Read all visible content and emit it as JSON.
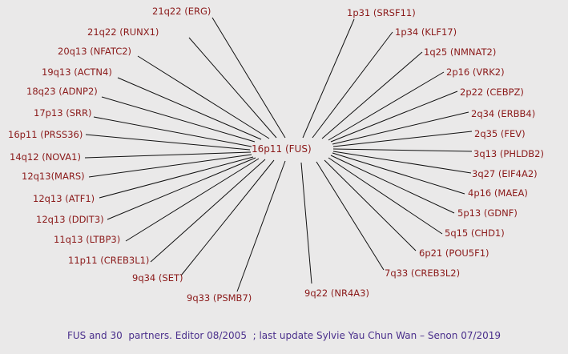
{
  "center": "16p11 (FUS)",
  "partners": [
    "21q22 (ERG)",
    "21q22 (RUNX1)",
    "20q13 (NFATC2)",
    "19q13 (ACTN4)",
    "18q23 (ADNP2)",
    "17p13 (SRR)",
    "16p11 (PRSS36)",
    "14q12 (NOVA1)",
    "12q13(MARS)",
    "12q13 (ATF1)",
    "12q13 (DDIT3)",
    "11q13 (LTBP3)",
    "11p11 (CREB3L1)",
    "9q34 (SET)",
    "9q33 (PSMB7)",
    "9q22 (NR4A3)",
    "7q33 (CREB3L2)",
    "6p21 (POU5F1)",
    "5q15 (CHD1)",
    "5p13 (GDNF)",
    "4p16 (MAEA)",
    "3q27 (EIF4A2)",
    "3q13 (PHLDB2)",
    "2q35 (FEV)",
    "2q34 (ERBB4)",
    "2p22 (CEBPZ)",
    "2p16 (VRK2)",
    "1q25 (NMNAT2)",
    "1p34 (KLF17)",
    "1p31 (SRSF11)"
  ],
  "caption": "FUS and 30  partners. Editor 08/2005  ; last update Sylvie Yau Chun Wan – Senon 07/2019",
  "colors": {
    "label": "#8b1a1a",
    "caption": "#4a2f8c",
    "line": "#111111",
    "background": "#eae9e9"
  }
}
